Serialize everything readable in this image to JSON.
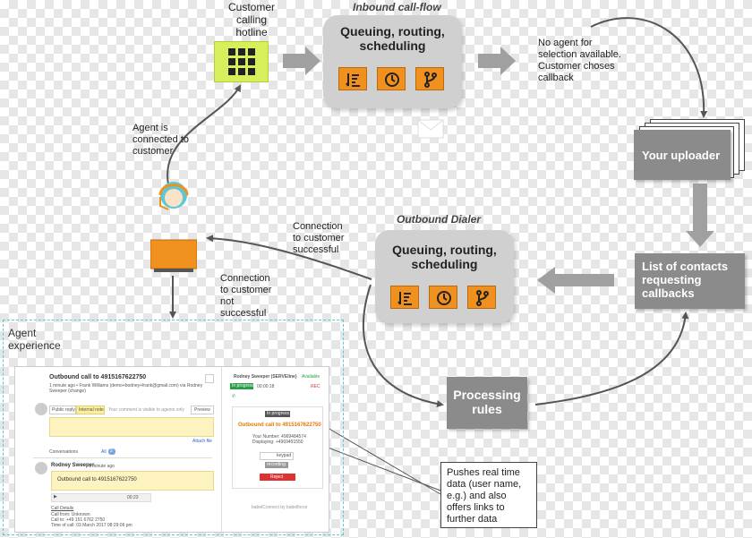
{
  "colors": {
    "box_gray": "#d0d0d0",
    "icon_orange": "#f0901e",
    "dark_box": "#8b8b8b",
    "hotline_green": "#d7ef5a",
    "dashed_teal": "#5cc8d6",
    "arrow_gray": "#a0a0a0",
    "line_dark": "#555555"
  },
  "top": {
    "customer_label": "Customer\ncalling\nhotline",
    "inbound_title": "Inbound call-flow",
    "inbound_box": "Queuing, routing,\nscheduling",
    "no_agent_text": "No agent for\nselection available.\nCustomer choses\ncallback"
  },
  "right": {
    "uploader": "Your uploader",
    "contacts": "List of contacts\nrequesting\ncallbacks"
  },
  "middle": {
    "agent_connected": "Agent is\nconnected to\ncustomer",
    "conn_success": "Connection\nto customer\nsuccessful",
    "conn_fail": "Connection\nto customer\nnot\nsuccessful",
    "outbound_title": "Outbound Dialer",
    "outbound_box": "Queuing, routing,\nscheduling",
    "processing": "Processing\nrules"
  },
  "icons": [
    "sort-icon",
    "clock-icon",
    "branch-icon"
  ],
  "agent_experience": {
    "title": "Agent\nexperience",
    "callout": "Pushes real time\ndata (user name,\ne.g.) and also\noffers links to\nfurther data",
    "ticket": {
      "heading": "Outbound call to 4915167622750",
      "meta1": "1 minute ago  •  Frank Williams (demo+bodney+frank@gmail.com) via Rodney",
      "meta2": "Sweeper (change)",
      "reply_tab": "Public reply",
      "note_tab": "Internal note",
      "comment_hint": "Your comment is visible to agents only",
      "preview": "Preview",
      "attach": "Attach file",
      "conversations": "Conversations",
      "all": "All",
      "all_count": "2",
      "author": "Rodney Sweeper",
      "author_time": "1 minute ago",
      "note_text": "Outbound call to 4915167622750",
      "player_time": "00:23",
      "call_details": "Call Details",
      "call_from": "Call from: Unknown",
      "call_to": "Call to: +49 151 6762 2750",
      "time_of_call": "Time of call: 03 March 2017 08:29:06 pm"
    },
    "widget": {
      "agent": "Rodney Sweeper (SERVEline)",
      "status": "Available",
      "in_progress": "In progress",
      "timer": "00:00:18",
      "rec": "REC",
      "badge": "In progress",
      "call_label": "Outbound call to 4915167622750",
      "your_number": "Your Number: 4969484574",
      "displaying": "Displaying: +4969491550",
      "keypad": "keypad",
      "recording": "recording",
      "reject": "Reject",
      "footer": "babelConnect by babelforce"
    }
  }
}
